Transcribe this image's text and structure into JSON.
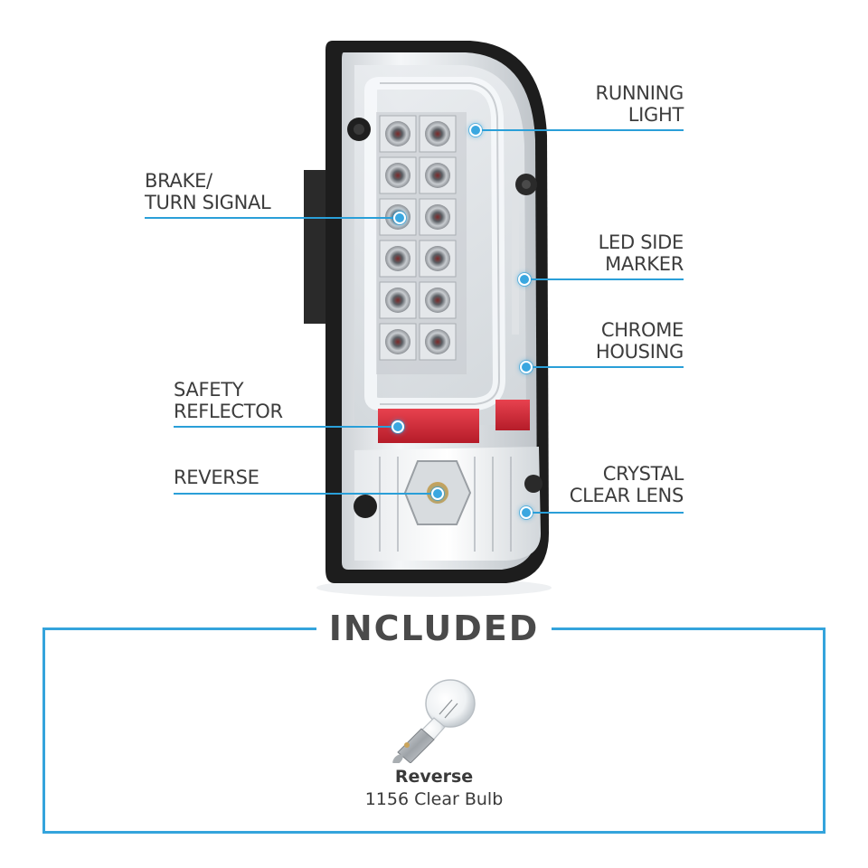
{
  "callouts": {
    "running_light": [
      "RUNNING",
      "LIGHT"
    ],
    "brake_turn": [
      "BRAKE/",
      "TURN SIGNAL"
    ],
    "led_side_marker": [
      "LED SIDE",
      "MARKER"
    ],
    "chrome_housing": [
      "CHROME",
      "HOUSING"
    ],
    "safety_reflector": [
      "SAFETY",
      "REFLECTOR"
    ],
    "reverse": [
      "REVERSE"
    ],
    "crystal_clear_lens": [
      "CRYSTAL",
      "CLEAR LENS"
    ]
  },
  "included": {
    "title": "INCLUDED",
    "bulb_name": "Reverse",
    "bulb_desc": "1156 Clear Bulb"
  },
  "colors": {
    "accent_blue": "#34a4dc",
    "text": "#3c3c3c",
    "reflector_red": "#d42a3a"
  }
}
